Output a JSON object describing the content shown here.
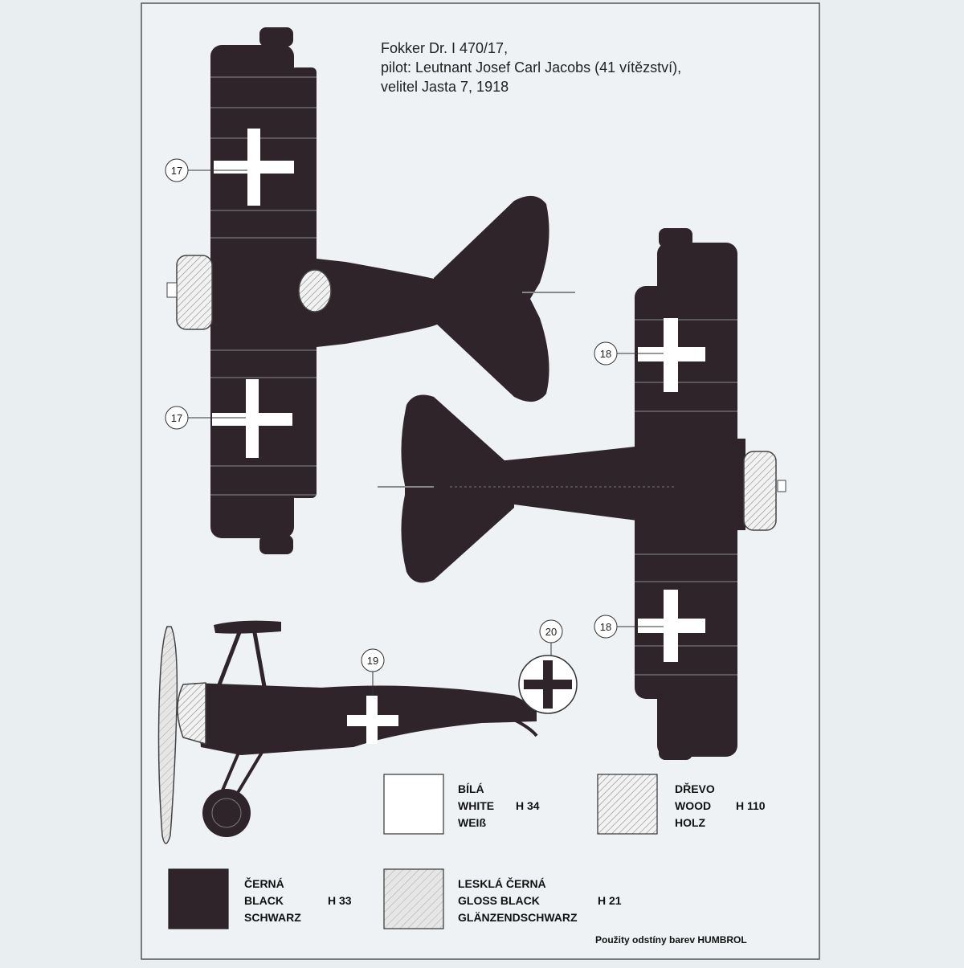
{
  "title": {
    "line1": "Fokker Dr. I 470/17,",
    "line2": "pilot: Leutnant Josef Carl Jacobs (41 vítězství),",
    "line3": "velitel Jasta 7, 1918"
  },
  "callouts": [
    "17",
    "17",
    "18",
    "18",
    "19",
    "20"
  ],
  "swatches": {
    "white": {
      "line1": "BÍLÁ",
      "line2": "WHITE",
      "line3": "WEIß",
      "code": "H 34",
      "color": "#ffffff"
    },
    "wood": {
      "line1": "DŘEVO",
      "line2": "WOOD",
      "line3": "HOLZ",
      "code": "H 110",
      "color": "#dcdcdc"
    },
    "black": {
      "line1": "ČERNÁ",
      "line2": "BLACK",
      "line3": "SCHWARZ",
      "code": "H 33",
      "color": "#2f2429"
    },
    "gloss_black": {
      "line1": "LESKLÁ ČERNÁ",
      "line2": "GLOSS BLACK",
      "line3": "GLÄNZENDSCHWARZ",
      "code": "H 21",
      "color": "#c8c8c8"
    }
  },
  "footer": "Použity odstíny barev HUMBROL",
  "colors": {
    "aircraft": "#2f2429",
    "background": "#e9eef1",
    "marking": "#ffffff"
  }
}
